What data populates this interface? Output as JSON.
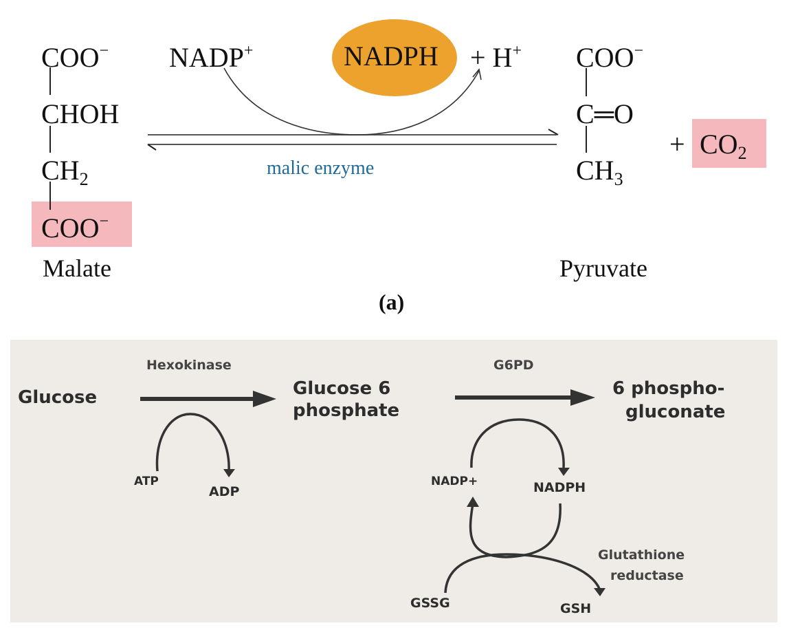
{
  "figure_a": {
    "malate": {
      "groups": [
        "COO",
        "CHOH",
        "CH",
        "COO"
      ],
      "charge": "−",
      "ch2_subscript": "2",
      "name": "Malate",
      "highlighted_group": "COO−"
    },
    "cofactor_in": {
      "text": "NADP",
      "charge": "+"
    },
    "cofactor_out": {
      "text": "NADPH",
      "plus": "+ H",
      "charge": "+"
    },
    "enzyme": "malic enzyme",
    "pyruvate": {
      "top": "COO",
      "charge": "−",
      "middle": "C",
      "double_bond": "═",
      "oxygen": "O",
      "bottom": "CH",
      "ch3_subscript": "3",
      "name": "Pyruvate"
    },
    "co2": {
      "plus": "+",
      "text": "CO",
      "subscript": "2"
    },
    "panel_label": "(a)",
    "colors": {
      "highlight": "#f4b8bd",
      "nadph_ellipse": "#eda22e",
      "enzyme_text": "#1f6a97"
    }
  },
  "figure_b": {
    "substrate": "Glucose",
    "enzyme1": "Hexokinase",
    "product1_line1": "Glucose 6",
    "product1_line2": "phosphate",
    "enzyme2": "G6PD",
    "product2_line1": "6 phospho-",
    "product2_line2": "gluconate",
    "atp": "ATP",
    "adp": "ADP",
    "nadp": "NADP+",
    "nadph": "NADPH",
    "enzyme3_line1": "Glutathione",
    "enzyme3_line2": "reductase",
    "gssg": "GSSG",
    "gsh": "GSH",
    "colors": {
      "panel_bg": "#efebe7",
      "ink": "#2d2d2d"
    }
  }
}
